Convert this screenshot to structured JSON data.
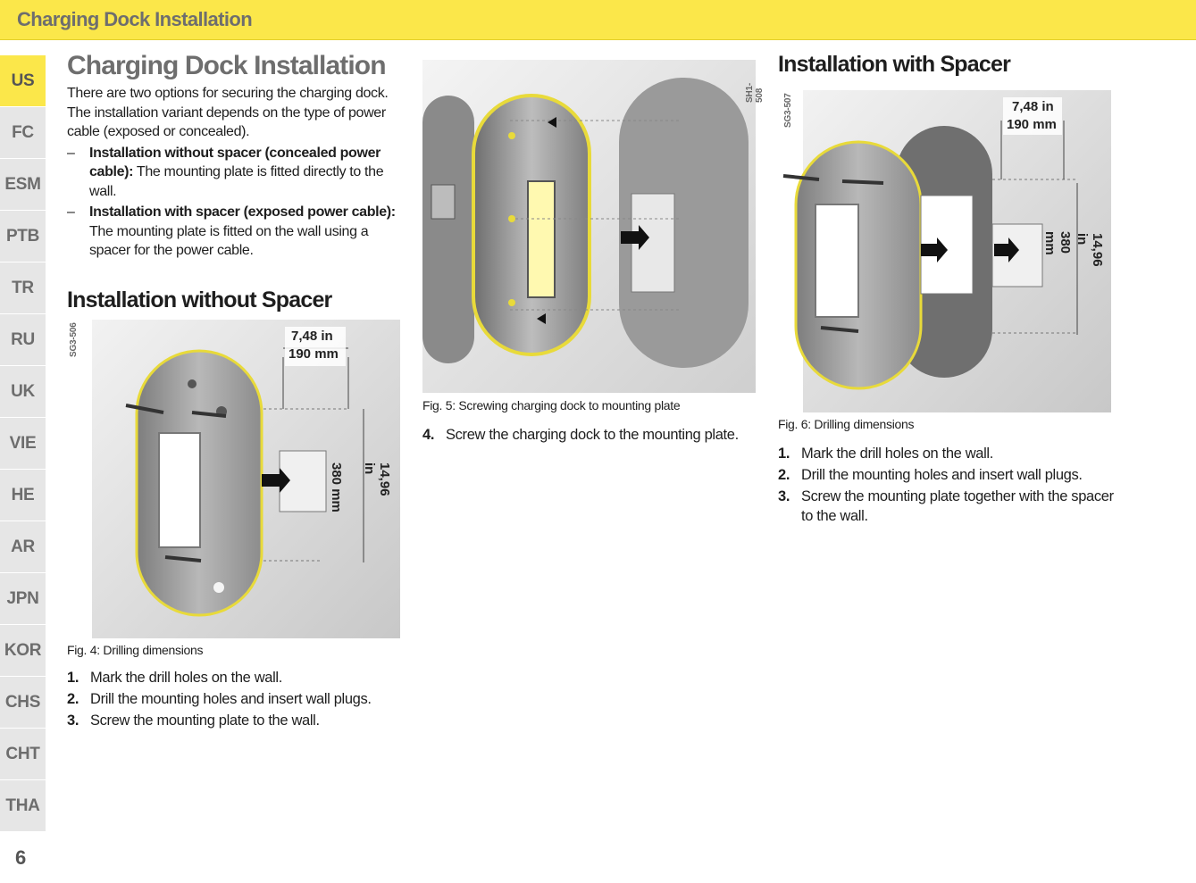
{
  "header": {
    "title": "Charging Dock Installation"
  },
  "languages": [
    "US",
    "FC",
    "ESM",
    "PTB",
    "TR",
    "RU",
    "UK",
    "VIE",
    "HE",
    "AR",
    "JPN",
    "KOR",
    "CHS",
    "CHT",
    "THA"
  ],
  "active_language": "US",
  "page_number": "6",
  "left": {
    "title": "Charging Dock Installation",
    "intro": "There are two options for securing the charging dock. The installation variant depends on the type of power cable (exposed or concealed).",
    "bullets": [
      {
        "dash": "–",
        "bold": "Installation without spacer (concealed power cable):",
        "text": " The mounting plate is fitted directly to the wall."
      },
      {
        "dash": "–",
        "bold": "Installation with spacer (exposed power cable):",
        "text": " The mounting plate is fitted on the wall using a spacer for the power cable."
      }
    ],
    "section_title": "Installation without Spacer",
    "figure": {
      "code": "SG3-506",
      "width_in": "7,48 in",
      "width_mm": "190 mm",
      "height_mm": "380 mm",
      "height_in": "14,96 in"
    },
    "caption": "Fig. 4: Drilling dimensions",
    "steps": [
      {
        "num": "1.",
        "text": "Mark the drill holes on the wall."
      },
      {
        "num": "2.",
        "text": "Drill the mounting holes and insert wall plugs."
      },
      {
        "num": "3.",
        "text": "Screw the mounting plate to the wall."
      }
    ]
  },
  "middle": {
    "figure": {
      "code": "SH1-508"
    },
    "caption": "Fig. 5: Screwing charging dock to mounting plate",
    "steps": [
      {
        "num": "4.",
        "text": "Screw the charging dock to the mounting plate."
      }
    ]
  },
  "right": {
    "section_title": "Installation with Spacer",
    "figure": {
      "code": "SG3-507",
      "width_in": "7,48 in",
      "width_mm": "190 mm",
      "height_mm": "380 mm",
      "height_in": "14,96 in"
    },
    "caption": "Fig. 6: Drilling dimensions",
    "steps": [
      {
        "num": "1.",
        "text": "Mark the drill holes on the wall."
      },
      {
        "num": "2.",
        "text": "Drill the mounting holes and insert wall plugs."
      },
      {
        "num": "3.",
        "text": "Screw the mounting plate together with the spacer to the wall."
      }
    ]
  },
  "colors": {
    "accent_yellow": "#fbe74a",
    "tab_gray": "#e6e6e6",
    "heading_gray": "#6e6e6e"
  }
}
